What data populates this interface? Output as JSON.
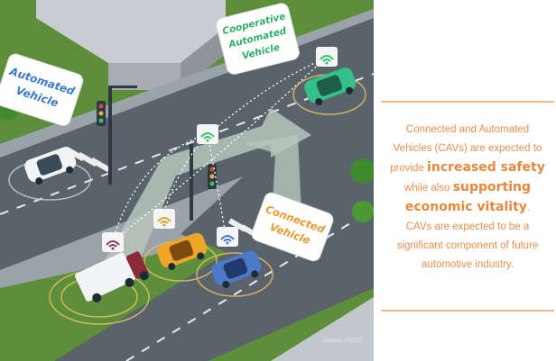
{
  "illustration": {
    "signs": {
      "automated": [
        "Automated",
        "Vehicle"
      ],
      "cooperative": [
        "Cooperative",
        "Automated",
        "Vehicle"
      ],
      "connected": [
        "Connected",
        "Vehicle"
      ]
    },
    "source": "Source: USDOT",
    "icons": [
      "wifi-signal-icon",
      "traffic-light-icon",
      "car-icon",
      "truck-icon",
      "tree-icon"
    ],
    "colors": {
      "road": "#5a636b",
      "grass": "#5d8f3b",
      "arrow": "#b7c6bd",
      "car_green": "#35c08a",
      "car_orange": "#f0a428",
      "car_blue": "#4a7ac8",
      "truck_maroon": "#8a2a3a"
    }
  },
  "panel": {
    "line1": "Connected and Automated",
    "line2": "Vehicles (CAVs) are expected to",
    "line3_pre": "provide ",
    "line3_strong": "increased safety",
    "line4_pre": "while also ",
    "line4_strong": "supporting",
    "line5_strong": "economic vitality",
    "line5_post": ".",
    "line6": "CAVs are expected to be a",
    "line7": "significant component of future",
    "line8": "automotive industry.",
    "accent_color": "#e6904a",
    "rule_color": "#f2b682"
  }
}
